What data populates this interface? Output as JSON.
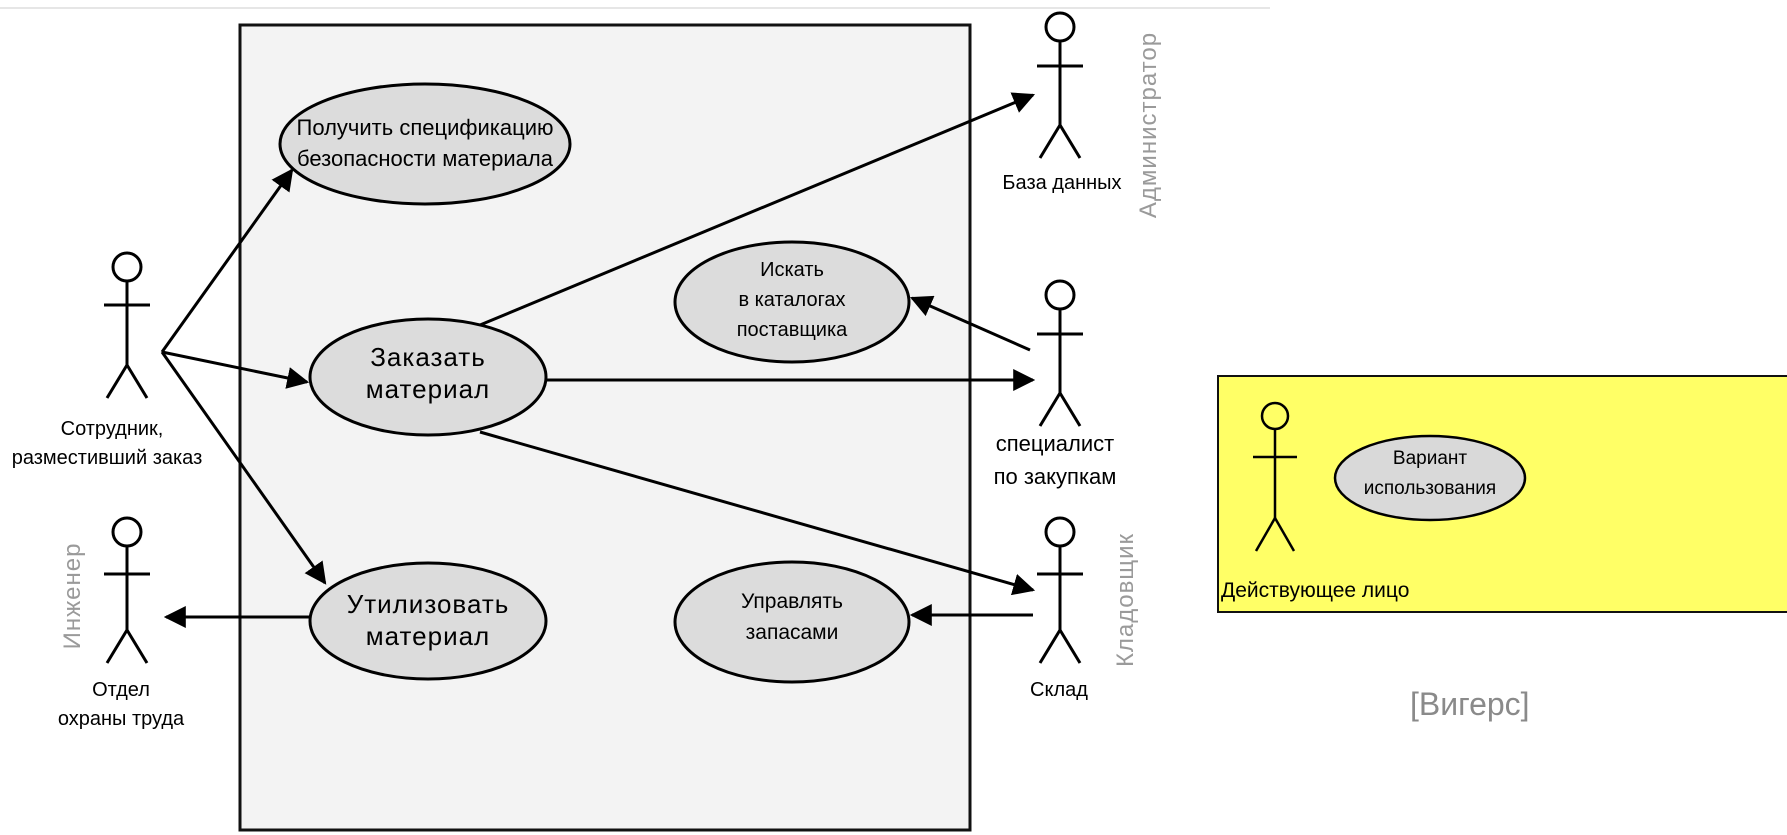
{
  "usecases": {
    "get_safety_spec": [
      "Получить спецификацию",
      "безопасности материала"
    ],
    "order_material": [
      "Заказать",
      "материал"
    ],
    "search_catalogs": [
      "Искать",
      "в каталогах",
      "поставщика"
    ],
    "dispose_material": [
      "Утилизовать",
      "материал"
    ],
    "manage_stock": [
      "Управлять",
      "запасами"
    ]
  },
  "actors": {
    "employee": [
      "Сотрудник,",
      "разместивший заказ"
    ],
    "database": [
      "База данных"
    ],
    "buyer": [
      "специалист",
      "по закупкам"
    ],
    "warehouse": [
      "Склад"
    ],
    "safety_dept": [
      "Отдел",
      "охраны труда"
    ]
  },
  "role_labels": {
    "administrator": "Администратор",
    "engineer": "Инженер",
    "storekeeper": "Кладовщик"
  },
  "legend": {
    "usecase": [
      "Вариант",
      "использования"
    ],
    "actor": "Действующее лицо"
  },
  "source": "[Вигерс]",
  "colors": {
    "usecase_fill": "#dcdcdc",
    "system_fill": "#f3f3f3",
    "legend_fill": "#ffff66",
    "role_text": "#9a9a9a"
  }
}
